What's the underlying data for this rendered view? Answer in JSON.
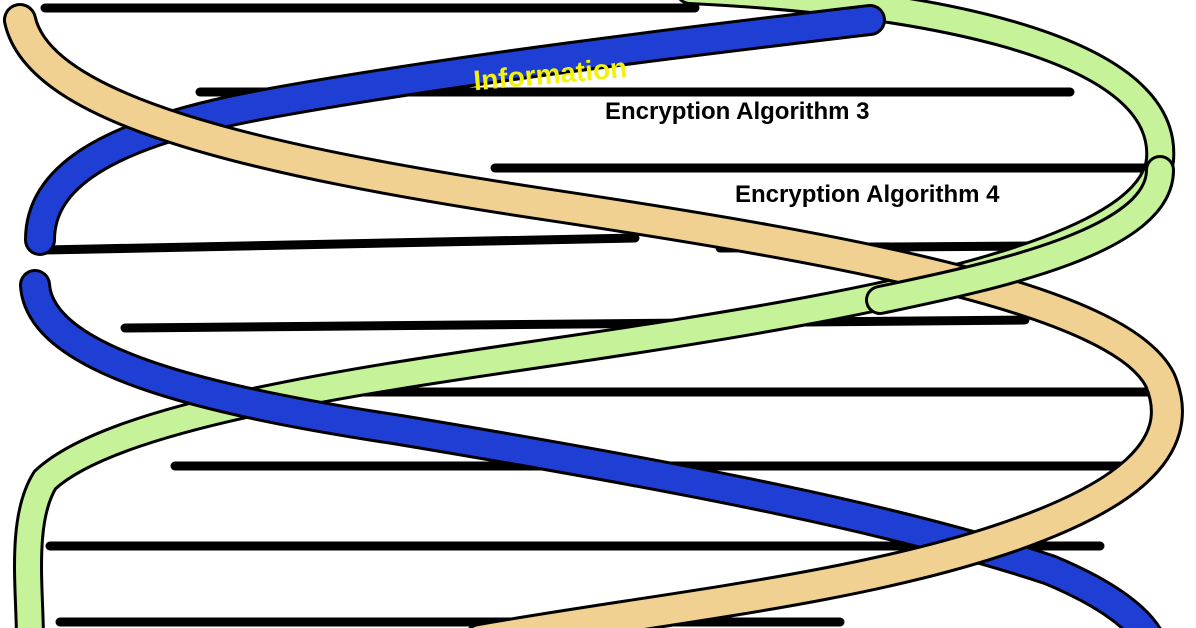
{
  "labels": {
    "information": "Information",
    "algorithm_3": "Encryption Algorithm 3",
    "algorithm_4": "Encryption Algorithm 4"
  },
  "colors": {
    "blue_strand": "#1f3fd4",
    "tan_strand": "#f0d192",
    "green_strand": "#c6f29a",
    "rungs": "#000000",
    "background": "#ffffff",
    "information_text": "#f2f20c"
  }
}
